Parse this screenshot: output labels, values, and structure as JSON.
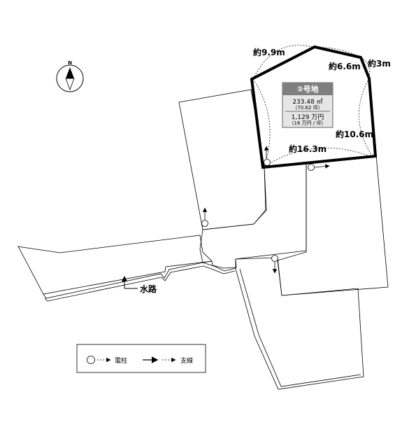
{
  "lot": {
    "title": "②号地",
    "area_sqm": "233.48 ㎡",
    "area_tsubo": "（70.62 坪）",
    "price": "1,129 万円",
    "price_per_tsubo": "（16 万円 / 坪）"
  },
  "dimensions": {
    "top_left": "約9.9m",
    "top_mid": "約6.6m",
    "top_right": "約3m",
    "right": "約10.6m",
    "bottom": "約16.3m"
  },
  "labels": {
    "waterway": "水路",
    "north": "N"
  },
  "legend": {
    "pole_label": "電柱",
    "guy_wire_label": "支線"
  },
  "colors": {
    "header_fill": "#7f7f7f",
    "box_fill": "#e6e6e6",
    "line": "#000000"
  }
}
